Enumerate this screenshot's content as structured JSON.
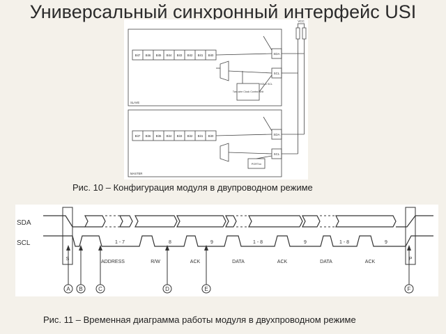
{
  "title": "Универсальный синхронный интерфейс USI",
  "caption_fig10": "Рис. 10 – Конфигурация модуля в двупроводном режиме",
  "caption_fig11": "Рис. 11 – Временная диаграмма работы модуля в двухпроводном режиме",
  "config": {
    "vcc": "VCC",
    "bits": [
      "Bit7",
      "Bit6",
      "Bit5",
      "Bit4",
      "Bit3",
      "Bit2",
      "Bit1",
      "Bit0"
    ],
    "sda": "SDA",
    "scl": "SCL",
    "control_unit": "Two-wire Clock Control Unit",
    "hold": "HOLD SCL",
    "slave": "SLAVE",
    "master": "MASTER",
    "port": "PORTxn"
  },
  "timing": {
    "sda": "SDA",
    "scl": "SCL",
    "pulses": [
      "1 - 7",
      "8",
      "9",
      "1 - 8",
      "9",
      "1 - 8",
      "9"
    ],
    "fields": [
      "S",
      "ADDRESS",
      "R/W",
      "ACK",
      "DATA",
      "ACK",
      "DATA",
      "ACK",
      "P"
    ],
    "markers": [
      "A",
      "B",
      "C",
      "D",
      "E",
      "F"
    ]
  }
}
